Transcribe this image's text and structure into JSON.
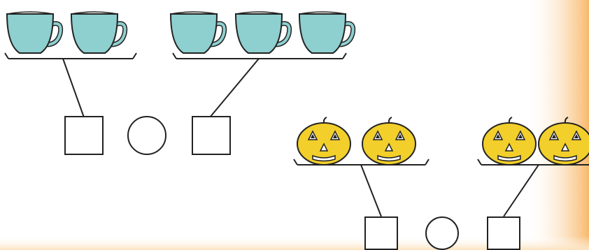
{
  "palette": {
    "background": "#ffffff",
    "cup_fill": "#8ecfcf",
    "pumpkin_fill": "#f2cf2a",
    "ink": "#222222",
    "accent_right": "#f8b86a",
    "accent_bottom": "#fbe3bf"
  },
  "exercise_1": {
    "group_left": {
      "item_icon": "cup-icon",
      "count": 2
    },
    "group_right": {
      "item_icon": "cup-icon",
      "count": 3
    },
    "answer_boxes": [
      "square",
      "circle",
      "square"
    ]
  },
  "exercise_2": {
    "group_left": {
      "item_icon": "jack-o-lantern-icon",
      "count": 2
    },
    "group_right": {
      "item_icon": "jack-o-lantern-icon",
      "count": 2
    },
    "answer_boxes": [
      "square",
      "circle",
      "square"
    ]
  }
}
